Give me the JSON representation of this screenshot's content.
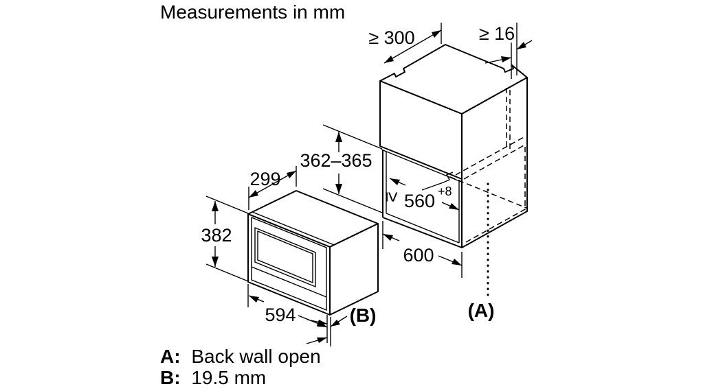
{
  "title": "Measurements in mm",
  "cabinet": {
    "depth_min": "≥ 300",
    "side_wall_min": "≥ 16",
    "niche_height": "362–365",
    "niche_width_geq": "≥",
    "niche_width": "560",
    "niche_width_tolerance": "+8",
    "width": "600",
    "marker": "(A)"
  },
  "appliance": {
    "depth": "299",
    "height": "382",
    "width": "594",
    "marker": "(B)"
  },
  "legend": {
    "a_key": "A:",
    "a_text": "Back wall open",
    "b_key": "B:",
    "b_text": "19.5 mm"
  },
  "colors": {
    "line": "#000000",
    "background": "#ffffff"
  }
}
